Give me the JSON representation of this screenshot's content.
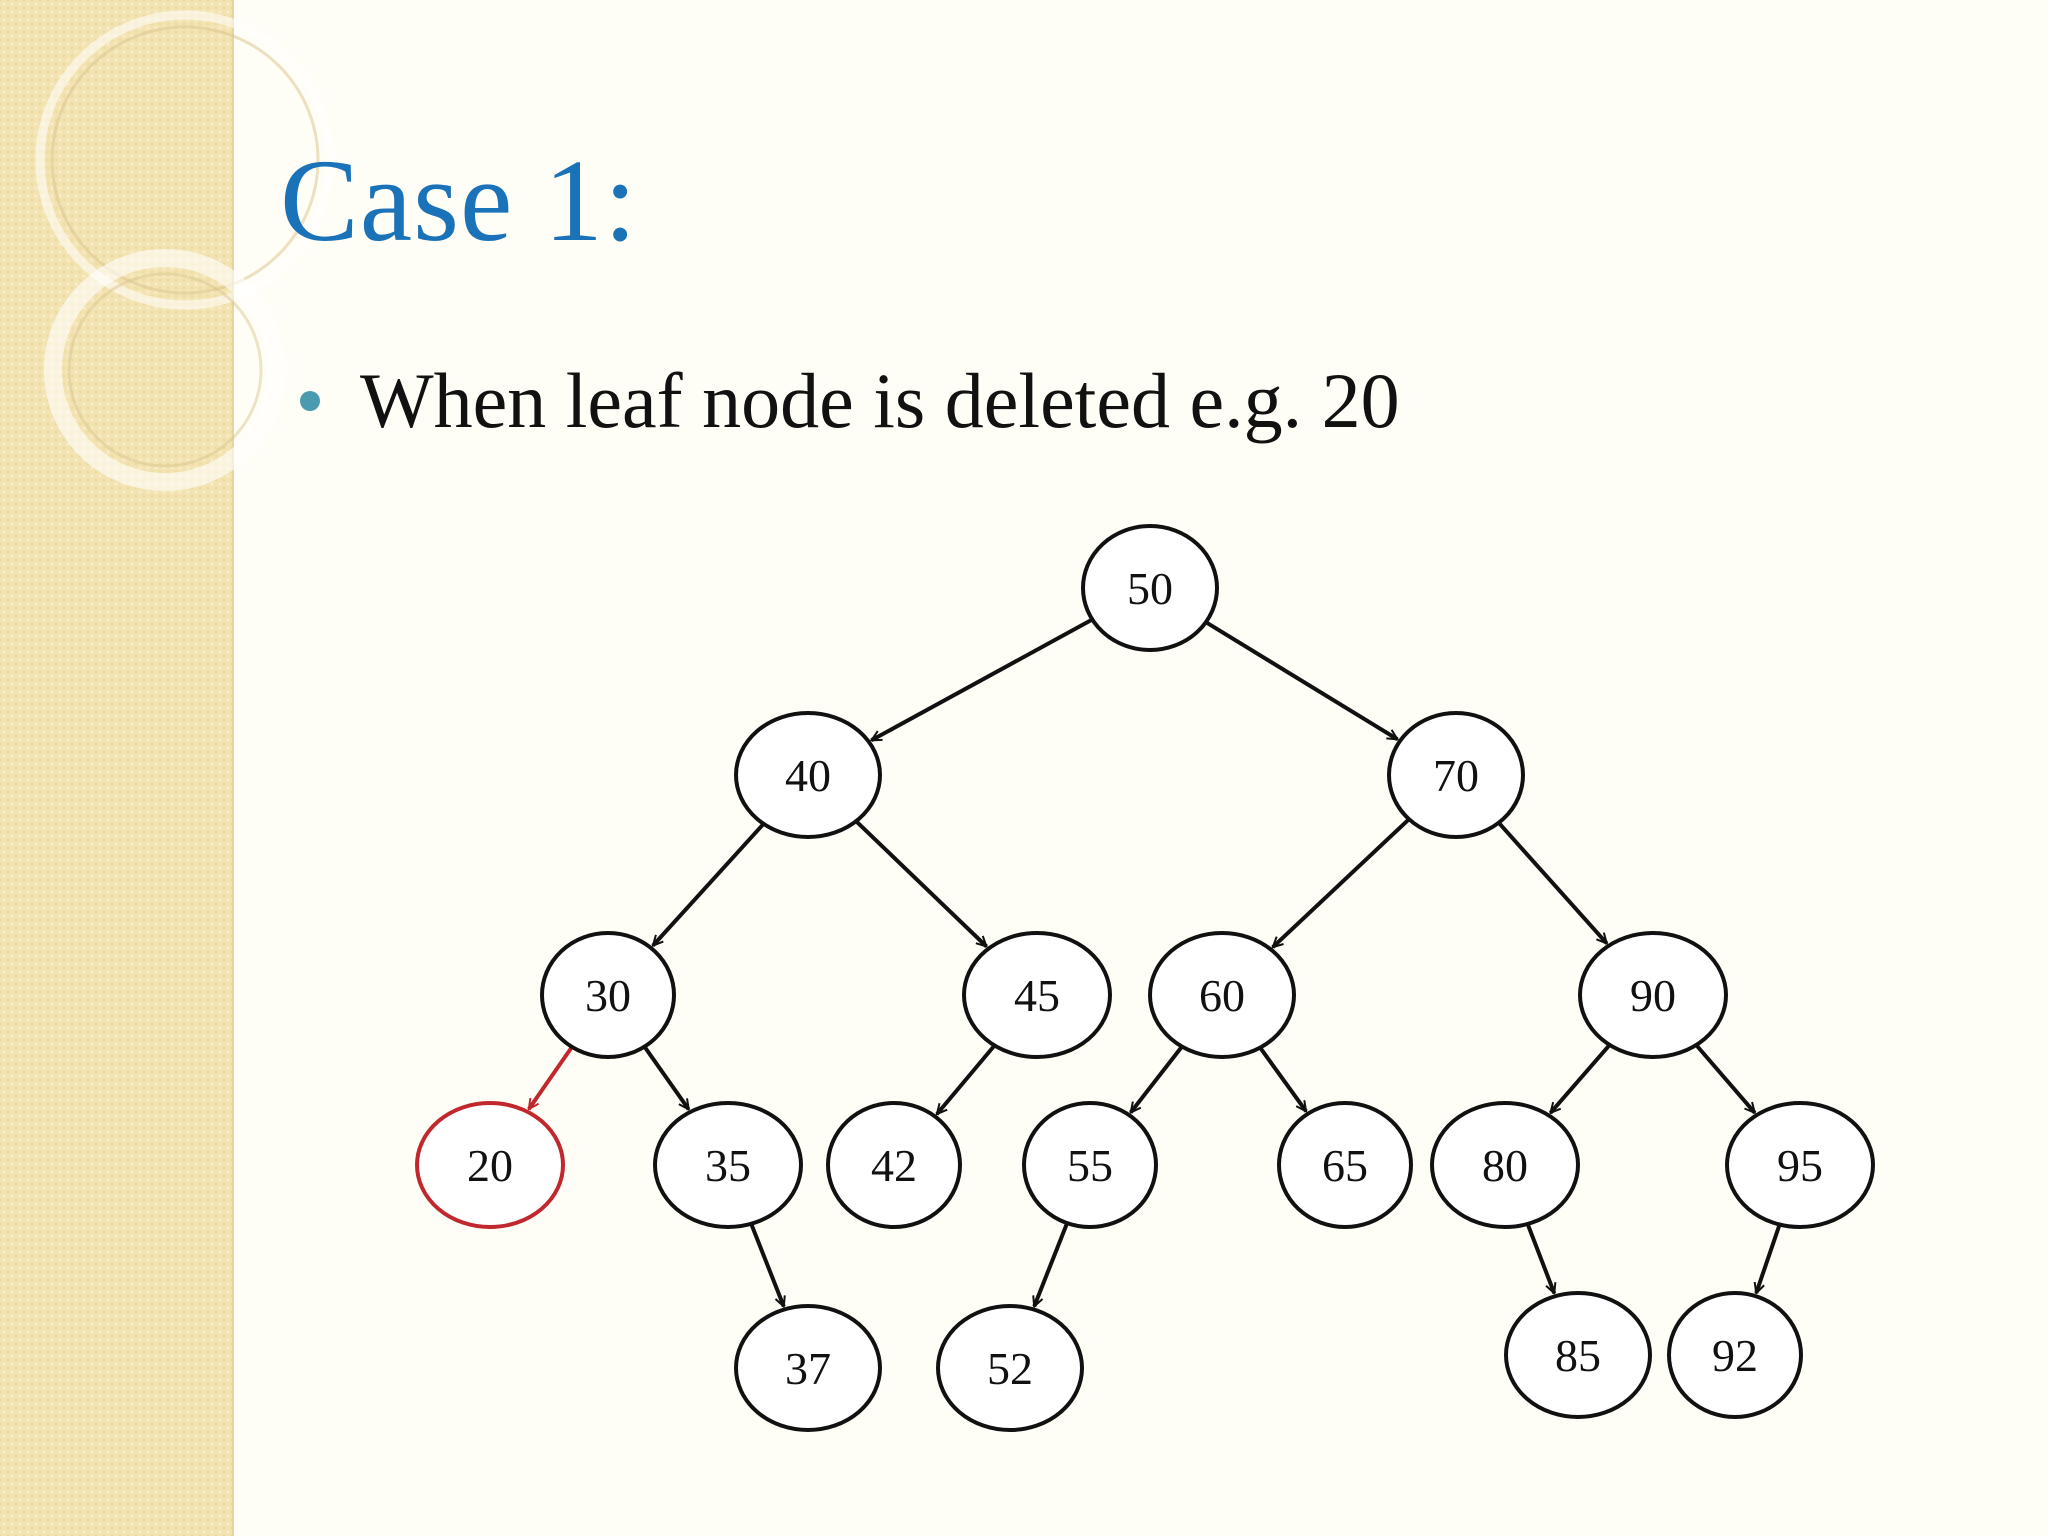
{
  "title": "Case 1:",
  "bullet": "When leaf node is deleted e.g. 20",
  "colors": {
    "title": "#1a73b8",
    "highlight": "#c0282d",
    "node_stroke": "#111111",
    "bullet": "#4a9bb0"
  },
  "tree": {
    "nodes": [
      {
        "id": "50",
        "label": "50"
      },
      {
        "id": "40",
        "label": "40"
      },
      {
        "id": "70",
        "label": "70"
      },
      {
        "id": "30",
        "label": "30"
      },
      {
        "id": "45",
        "label": "45"
      },
      {
        "id": "60",
        "label": "60"
      },
      {
        "id": "90",
        "label": "90"
      },
      {
        "id": "20",
        "label": "20",
        "highlighted": true
      },
      {
        "id": "35",
        "label": "35"
      },
      {
        "id": "42",
        "label": "42"
      },
      {
        "id": "55",
        "label": "55"
      },
      {
        "id": "65",
        "label": "65"
      },
      {
        "id": "80",
        "label": "80"
      },
      {
        "id": "95",
        "label": "95"
      },
      {
        "id": "37",
        "label": "37"
      },
      {
        "id": "52",
        "label": "52"
      },
      {
        "id": "85",
        "label": "85"
      },
      {
        "id": "92",
        "label": "92"
      }
    ],
    "edges": [
      {
        "from": "50",
        "to": "40"
      },
      {
        "from": "50",
        "to": "70"
      },
      {
        "from": "40",
        "to": "30"
      },
      {
        "from": "40",
        "to": "45"
      },
      {
        "from": "70",
        "to": "60"
      },
      {
        "from": "70",
        "to": "90"
      },
      {
        "from": "30",
        "to": "20",
        "highlighted": true
      },
      {
        "from": "30",
        "to": "35"
      },
      {
        "from": "45",
        "to": "42"
      },
      {
        "from": "60",
        "to": "55"
      },
      {
        "from": "60",
        "to": "65"
      },
      {
        "from": "90",
        "to": "80"
      },
      {
        "from": "90",
        "to": "95"
      },
      {
        "from": "35",
        "to": "37"
      },
      {
        "from": "55",
        "to": "52"
      },
      {
        "from": "80",
        "to": "85"
      },
      {
        "from": "95",
        "to": "92"
      }
    ]
  }
}
